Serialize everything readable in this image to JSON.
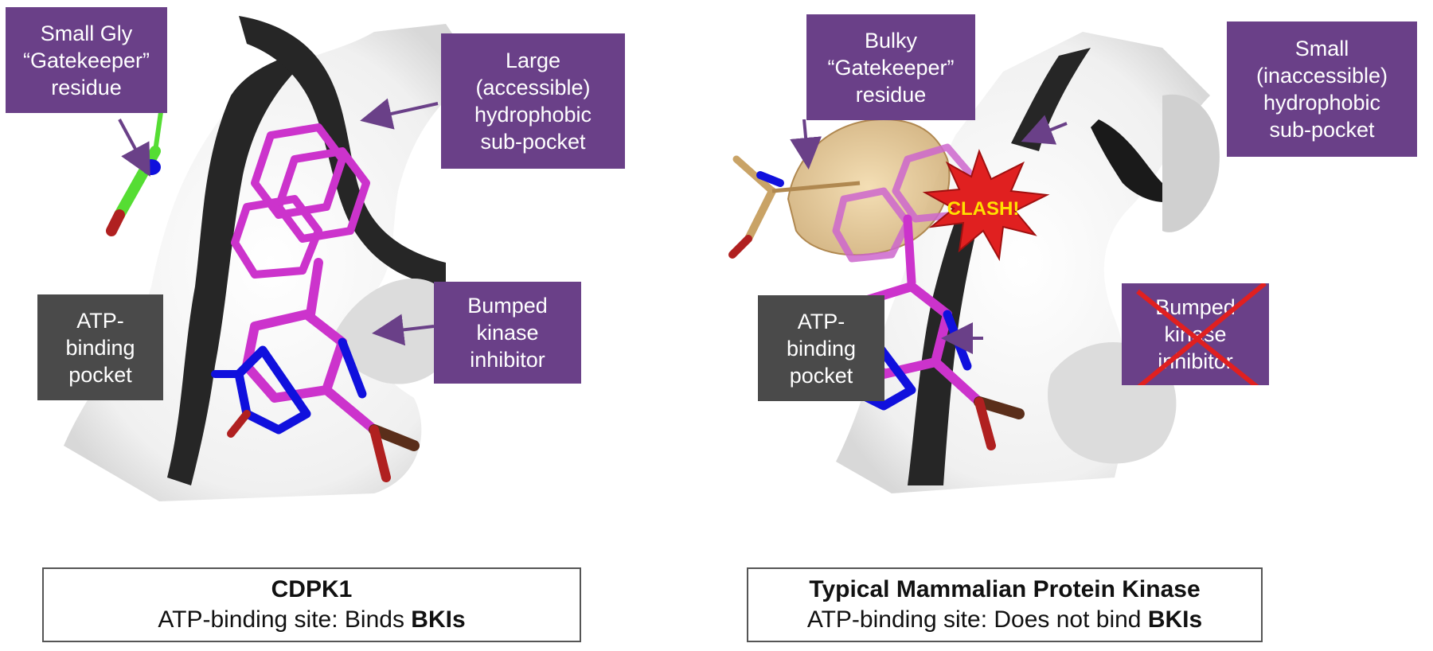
{
  "left": {
    "gatekeeper_label": [
      "Small Gly",
      "“Gatekeeper”",
      "residue"
    ],
    "pocket_label": [
      "Large",
      "(accessible)",
      "hydrophobic",
      "sub-pocket"
    ],
    "inhibitor_label": [
      "Bumped",
      "kinase",
      "inhibitor"
    ],
    "atp_label": [
      "ATP-",
      "binding",
      "pocket"
    ],
    "caption": {
      "title": "CDPK1",
      "line_prefix": "ATP-binding site: Binds ",
      "line_bold": "BKIs"
    }
  },
  "right": {
    "gatekeeper_label": [
      "Bulky",
      "“Gatekeeper”",
      "residue"
    ],
    "pocket_label": [
      "Small",
      "(inaccessible)",
      "hydrophobic",
      "sub-pocket"
    ],
    "inhibitor_label": [
      "Bumped",
      "kinase",
      "inhibitor"
    ],
    "atp_label": [
      "ATP-",
      "binding",
      "pocket"
    ],
    "clash_label": "CLASH!",
    "caption": {
      "title": "Typical Mammalian Protein Kinase",
      "line_prefix": "ATP-binding site: Does not bind ",
      "line_bold": "BKIs"
    }
  },
  "colors": {
    "callout_purple": "#6a4088",
    "callout_grey": "#4a4a4a",
    "ligand_magenta": "#cc33cc",
    "nitrogen_blue": "#1010dd",
    "oxygen_red": "#b02020",
    "gly_green": "#55dd33",
    "clash_red": "#e02020",
    "clash_yellow": "#ffe000",
    "arrow_purple": "#6a4088",
    "surface_dark": "#2a2a2a"
  }
}
